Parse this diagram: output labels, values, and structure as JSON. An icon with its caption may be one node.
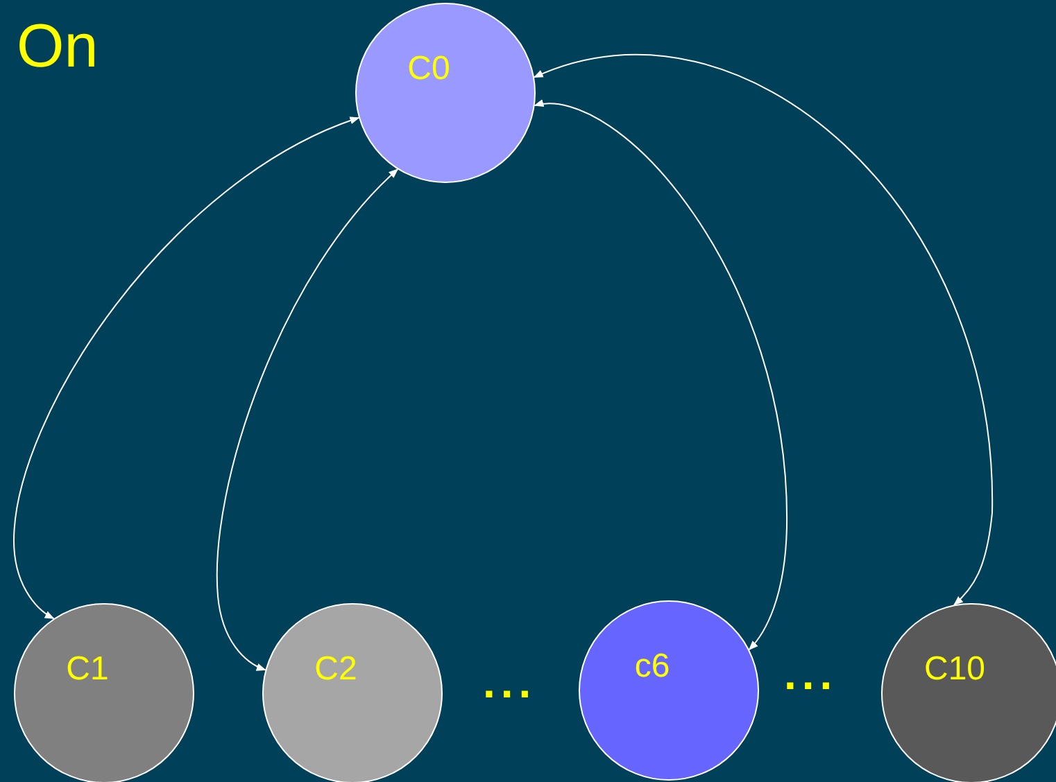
{
  "diagram": {
    "title": "On",
    "nodes": [
      {
        "text": [
          "C0"
        ]
      },
      {
        "text": [
          "C1"
        ]
      },
      {
        "text": [
          "C2"
        ]
      },
      {
        "text": [
          "c6"
        ]
      },
      {
        "text": [
          "C10"
        ]
      }
    ],
    "edges": [
      {
        "from": 0,
        "to": 1,
        "arrow": "both"
      },
      {
        "from": 0,
        "to": 2,
        "arrow": "both"
      },
      {
        "from": 0,
        "to": 3,
        "arrow": "both"
      },
      {
        "from": 0,
        "to": 4,
        "arrow": "both"
      }
    ],
    "labels": [
      "...",
      "..."
    ]
  }
}
